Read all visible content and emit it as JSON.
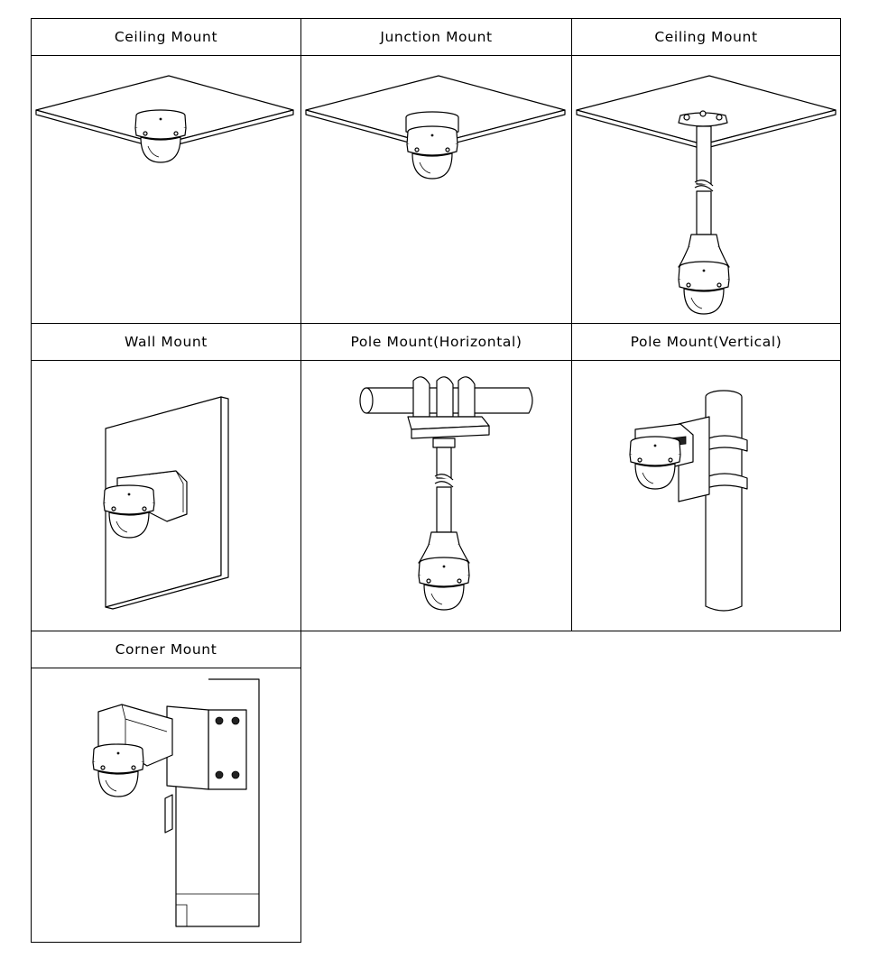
{
  "mounts": [
    {
      "id": "ceiling-1",
      "label": "Ceiling Mount"
    },
    {
      "id": "junction",
      "label": "Junction Mount"
    },
    {
      "id": "ceiling-2",
      "label": "Ceiling Mount"
    },
    {
      "id": "wall",
      "label": "Wall Mount"
    },
    {
      "id": "pole-h",
      "label": "Pole Mount(Horizontal)"
    },
    {
      "id": "pole-v",
      "label": "Pole Mount(Vertical)"
    },
    {
      "id": "corner",
      "label": "Corner Mount"
    }
  ]
}
